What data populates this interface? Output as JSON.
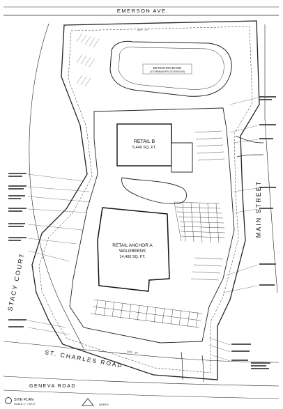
{
  "streets": {
    "north": "EMERSON AVE.",
    "east": "MAIN STREET",
    "west": "STACY COURT",
    "south": "ST. CHARLES ROAD",
    "far_south": "GENEVA ROAD"
  },
  "buildings": {
    "retail_b": {
      "name": "RETAIL B",
      "area": "5,440 SQ. FT."
    },
    "retail_a": {
      "name": "RETAIL ANCHOR A",
      "tenant": "WALGREENS",
      "area": "14,400 SQ. FT."
    }
  },
  "detention": {
    "label": "DETENTION BASIN",
    "sublabel": "(STORMWATER DETENTION)"
  },
  "title_block": {
    "title": "SITE PLAN",
    "scale": "SCALE 1\" = 50'-0\"",
    "north": "NORTH"
  },
  "dimensions": {
    "top_width": "280'-0\"",
    "south_width": "265'-8\""
  }
}
